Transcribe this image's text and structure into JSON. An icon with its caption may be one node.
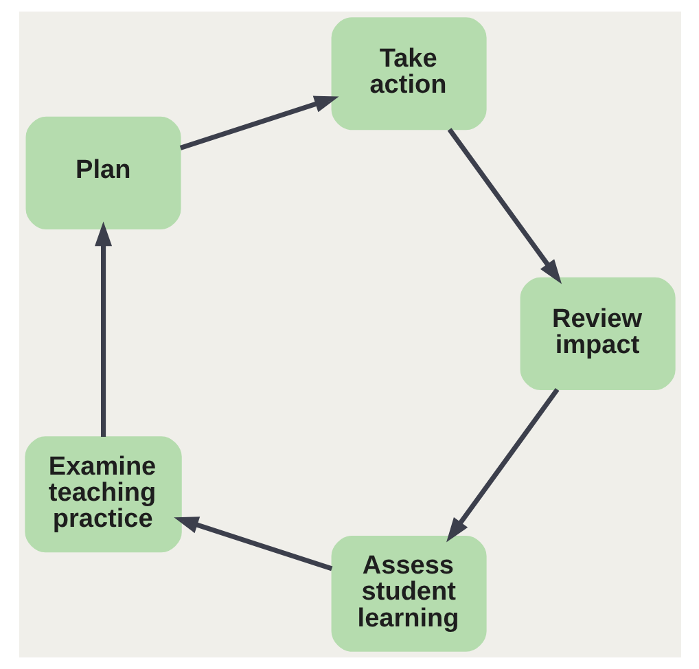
{
  "diagram": {
    "nodes": [
      {
        "text": [
          "Assess student learning"
        ]
      },
      {
        "text": [
          "Examine teaching practice"
        ]
      },
      {
        "text": [
          "Plan"
        ]
      },
      {
        "text": [
          "Take action"
        ]
      },
      {
        "text": [
          "Review impact"
        ]
      }
    ],
    "edges": [
      {
        "from": 0,
        "to": 1,
        "arrow": "to"
      },
      {
        "from": 1,
        "to": 2,
        "arrow": "to"
      },
      {
        "from": 2,
        "to": 3,
        "arrow": "to"
      },
      {
        "from": 3,
        "to": 4,
        "arrow": "to"
      },
      {
        "from": 4,
        "to": 0,
        "arrow": "to"
      }
    ]
  }
}
